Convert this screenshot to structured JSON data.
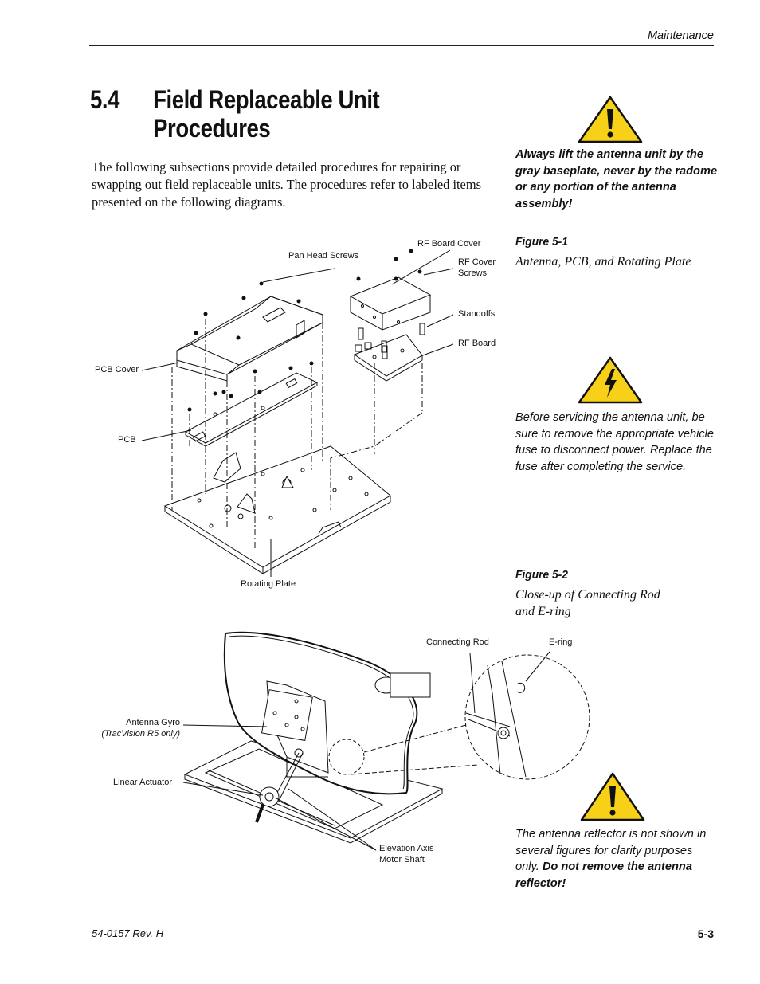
{
  "header": {
    "section": "Maintenance"
  },
  "heading": {
    "number": "5.4",
    "line1": "Field Replaceable Unit",
    "line2": "Procedures"
  },
  "intro": "The following subsections provide detailed procedures for repairing or swapping out field replaceable units. The procedures refer to labeled items presented on the following diagrams.",
  "notes": {
    "lift_warning": "Always lift the antenna unit by the gray baseplate, never by the radome or any portion of the antenna assembly!",
    "power_warning": "Before servicing the antenna unit, be sure to remove the appropriate vehicle fuse to disconnect power. Replace the fuse after completing the service.",
    "reflector_note_plain": "The antenna reflector is not shown in several figures for clarity purposes only. ",
    "reflector_note_bold": "Do not remove the antenna reflector!"
  },
  "figures": [
    {
      "number": "Figure 5-1",
      "caption": "Antenna, PCB, and Rotating Plate"
    },
    {
      "number": "Figure 5-2",
      "caption_line1": "Close-up of Connecting Rod",
      "caption_line2": "and E-ring"
    }
  ],
  "figure1_labels": {
    "pan_head_screws": "Pan Head Screws",
    "rf_board_cover": "RF Board Cover",
    "rf_cover_screws_1": "RF Cover",
    "rf_cover_screws_2": "Screws",
    "standoffs": "Standoffs",
    "rf_board": "RF Board",
    "pcb_cover": "PCB Cover",
    "pcb": "PCB",
    "rotating_plate": "Rotating Plate"
  },
  "figure2_labels": {
    "connecting_rod": "Connecting Rod",
    "e_ring": "E-ring",
    "antenna_gyro": "Antenna Gyro",
    "antenna_gyro_note": "(TracVision R5 only)",
    "linear_actuator": "Linear Actuator",
    "elevation_axis_1": "Elevation Axis",
    "elevation_axis_2": "Motor Shaft"
  },
  "footer": {
    "doc_number": "54-0157 Rev. H",
    "page": "5-3"
  },
  "colors": {
    "warning_yellow": "#f7d117",
    "text": "#111111"
  },
  "icons": [
    "caution-icon",
    "electrical-hazard-icon",
    "caution-icon"
  ]
}
